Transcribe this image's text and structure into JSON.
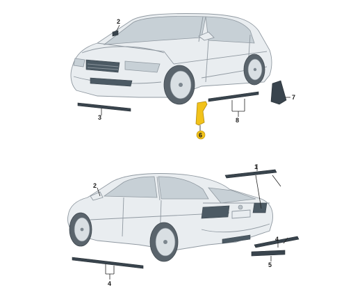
{
  "callouts": {
    "top": {
      "c2": "2",
      "c3": "3",
      "c6": "6",
      "c7": "7",
      "c8": "8"
    },
    "bottom": {
      "c1": "1",
      "c2": "2",
      "c4a": "4",
      "c4b": "4",
      "c5": "5"
    }
  },
  "colors": {
    "highlight_part": "#f2c21a",
    "highlight_badge": "#f2c21a"
  }
}
